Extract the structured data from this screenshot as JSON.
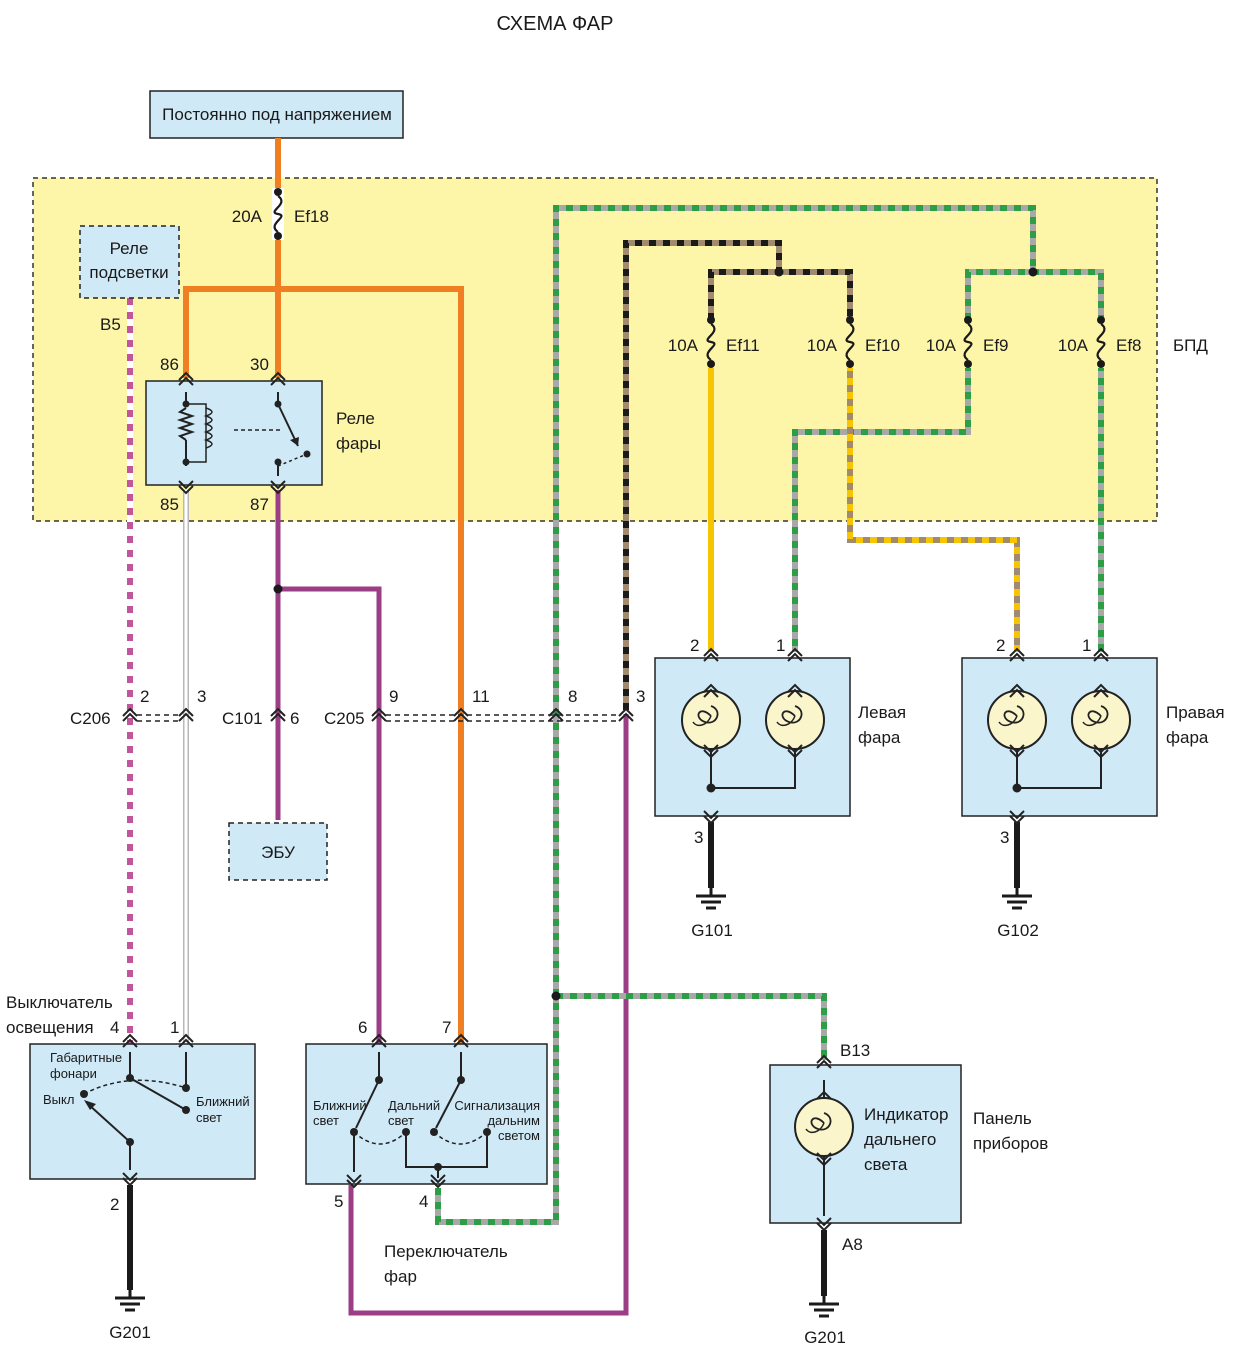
{
  "title": "СХЕМА ФАР",
  "colors": {
    "bpd_area": "#fdf6a8",
    "box_fill": "#cfe9f7",
    "orange": "#ef7f22",
    "purple": "#9c3e86",
    "yellow": "#f6c400",
    "black": "#1a1a1a",
    "green": "#2d9e46",
    "gray": "#a8a8a8",
    "tan": "#a08a70",
    "pink": "#c0579a"
  },
  "power_box": "Постоянно под напряжением",
  "backlight_relay": [
    "Реле",
    "подсветки"
  ],
  "headlight_relay": [
    "Реле",
    "фары"
  ],
  "bpd_label": "БПД",
  "ecu_label": "ЭБУ",
  "main_fuse": {
    "rating": "20A",
    "name": "Ef18"
  },
  "fuses": [
    {
      "rating": "10A",
      "name": "Ef11"
    },
    {
      "rating": "10A",
      "name": "Ef10"
    },
    {
      "rating": "10A",
      "name": "Ef9"
    },
    {
      "rating": "10A",
      "name": "Ef8"
    }
  ],
  "relay_pins": {
    "p86": "86",
    "p30": "30",
    "p85": "85",
    "p87": "87"
  },
  "pin_b5": "B5",
  "connectors": {
    "c206": "C206",
    "c206_p1": "2",
    "c206_p2": "3",
    "c101": "C101",
    "c101_p": "6",
    "c205": "C205",
    "c205_p1": "9",
    "c205_p2": "11",
    "c205_p3": "8",
    "c205_p4": "3"
  },
  "left_headlight": {
    "label": [
      "Левая",
      "фара"
    ],
    "pin_a": "2",
    "pin_b": "1",
    "pin_gnd": "3",
    "ground": "G101"
  },
  "right_headlight": {
    "label": [
      "Правая",
      "фара"
    ],
    "pin_a": "2",
    "pin_b": "1",
    "pin_gnd": "3",
    "ground": "G102"
  },
  "light_switch": {
    "label": [
      "Выключатель",
      "освещения"
    ],
    "pin_a": "4",
    "pin_b": "1",
    "pin_gnd": "2",
    "ground": "G201",
    "pos_parking": [
      "Габаритные",
      "фонари"
    ],
    "pos_off": "Выкл",
    "pos_low": [
      "Ближний",
      "свет"
    ]
  },
  "headlight_switch": {
    "label": [
      "Переключатель",
      "фар"
    ],
    "pin_a": "6",
    "pin_b": "7",
    "pin_c": "5",
    "pin_d": "4",
    "pos_low": [
      "Ближний",
      "свет"
    ],
    "pos_high": [
      "Дальний",
      "свет"
    ],
    "pos_flash": [
      "Сигнализация",
      "дальним",
      "светом"
    ]
  },
  "instrument_panel": {
    "label": [
      "Панель",
      "приборов"
    ],
    "indicator": [
      "Индикатор",
      "дальнего",
      "света"
    ],
    "pin_top": "B13",
    "pin_bottom": "A8",
    "ground": "G201"
  }
}
